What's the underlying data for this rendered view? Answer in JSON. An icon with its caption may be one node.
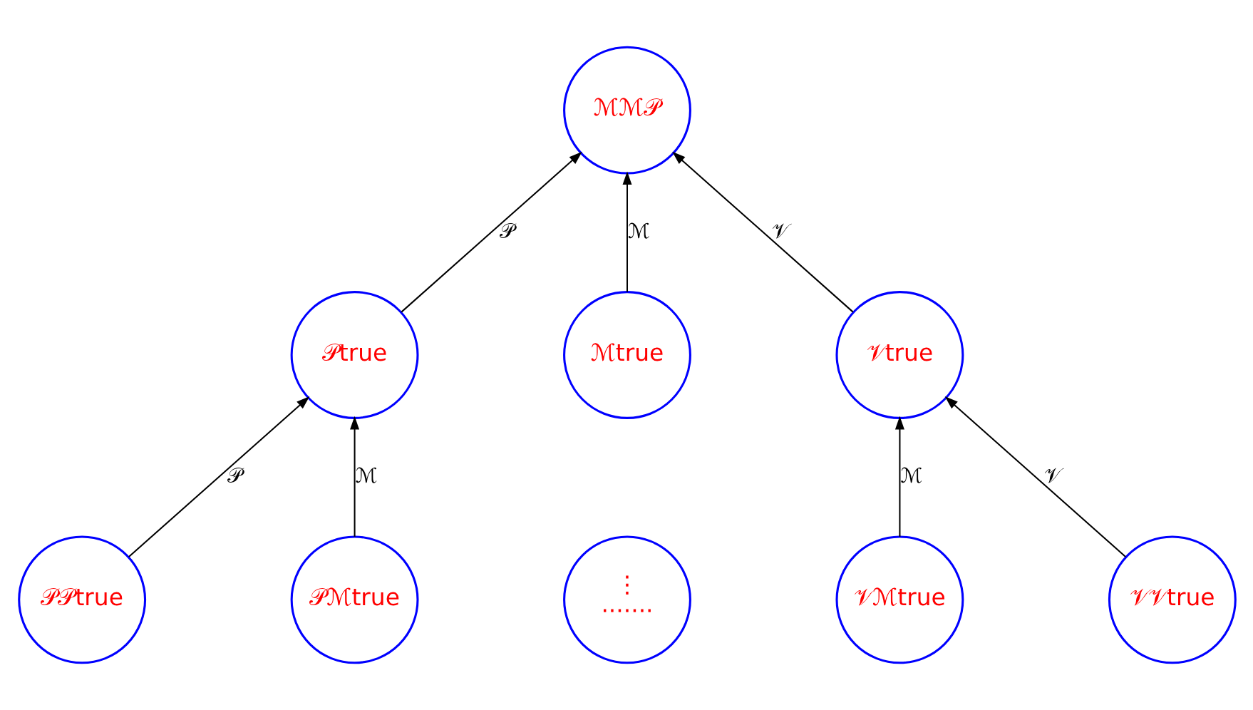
{
  "diagram": {
    "nodes": [
      {
        "text": [
          "ℳℳ𝒫"
        ]
      },
      {
        "text": [
          "𝒫true"
        ]
      },
      {
        "text": [
          "ℳtrue"
        ]
      },
      {
        "text": [
          "𝒱true"
        ]
      },
      {
        "text": [
          "𝒫𝒫true"
        ]
      },
      {
        "text": [
          "𝒫ℳtrue"
        ]
      },
      {
        "text": [
          "⋮",
          "·······"
        ]
      },
      {
        "text": [
          "𝒱ℳtrue"
        ]
      },
      {
        "text": [
          "𝒱𝒱true"
        ]
      }
    ],
    "edges": [
      {
        "from": 1,
        "to": 0,
        "arrow": "to",
        "label": "𝒫"
      },
      {
        "from": 2,
        "to": 0,
        "arrow": "to",
        "label": "ℳ"
      },
      {
        "from": 3,
        "to": 0,
        "arrow": "to",
        "label": "𝒱"
      },
      {
        "from": 4,
        "to": 1,
        "arrow": "to",
        "label": "𝒫"
      },
      {
        "from": 5,
        "to": 1,
        "arrow": "to",
        "label": "ℳ"
      },
      {
        "from": 7,
        "to": 3,
        "arrow": "to",
        "label": "ℳ"
      },
      {
        "from": 8,
        "to": 3,
        "arrow": "to",
        "label": "𝒱"
      }
    ]
  }
}
